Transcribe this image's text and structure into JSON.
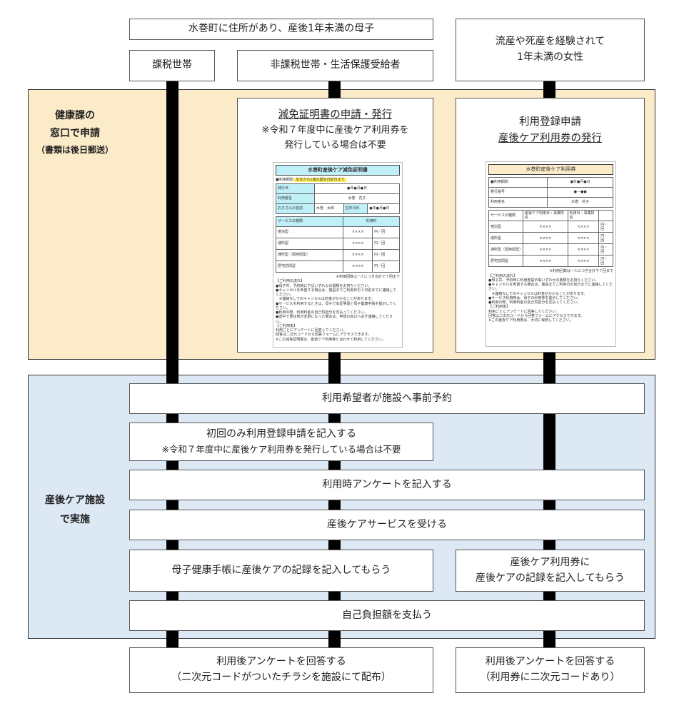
{
  "top": {
    "eligibility": "水巻町に住所があり、産後1年未満の母子",
    "taxed": "課税世帯",
    "nontaxed": "非課税世帯・生活保護受給者",
    "loss_line1": "流産や死産を経験されて",
    "loss_line2": "1年未満の女性"
  },
  "section_health": {
    "label_line1": "健康課の",
    "label_line2": "窓口で申請",
    "label_sub": "（書類は後日郵送）",
    "exemption": {
      "title": "減免証明書の申請・発行",
      "note_line1": "※令和７年度中に産後ケア利用券を",
      "note_line2": "発行している場合は不要",
      "preview": {
        "title": "水巻町産後ケア減免証明書",
        "period_label": "■利用期間",
        "period_value": "出生から1歳の誕生日前日まで",
        "rows": [
          [
            "発行日",
            "●年●月●日"
          ],
          [
            "利用者名",
            "水巻　花子"
          ],
          [
            "お子さんの名前",
            "水巻　太郎",
            "生年月日",
            "●年●月●日"
          ]
        ],
        "svc_head": [
          "サービスの種類",
          "利用料"
        ],
        "svc_rows": [
          [
            "宿泊型",
            "××××",
            "円／回"
          ],
          [
            "通所型",
            "××××",
            "円／回"
          ],
          [
            "通所型（短時間型）",
            "××××",
            "円／回"
          ],
          [
            "居宅訪問型",
            "××××",
            "円／回"
          ]
        ],
        "svc_note": "※利用回数は一人につき合計で７回まで",
        "notes": [
          "【ご利用の流れ】",
          "●母子共、予約時に下記いずれかの書類をお持ちください。",
          "●キャンセルを希望する場合は、施設までご利用日の２日前までに連絡してください。",
          "　※連絡なしでのキャンセルは料金がかかることがあります。",
          "●サービスを利用するときは、母子で本証明書と母子健康手帳を提示してください。",
          "●利用の際、利用料金の自己負担分を支払ってください。",
          "●途中で居住地が変更になった場合は、申請の窓口へ必ず連絡してください。",
          "【ご利用後】",
          "利用ごとにアンケートに回答してください。",
          "回答は二次元コードから回答フォームにアクセスできます。",
          "※この減免証明書は、産後ケア利用券と合わせて利用してください。"
        ]
      }
    },
    "registration": {
      "title_line1": "利用登録申請",
      "title_line2": "産後ケア利用券の発行",
      "preview": {
        "title": "水巻町産後ケア利用券",
        "rows": [
          [
            "■利用期間",
            "●年●月●日"
          ],
          [
            "発行番号",
            "●－●●"
          ],
          [
            "利用者名",
            "水巻　花子"
          ]
        ],
        "svc_head": [
          "サービスの種類",
          "産後ケア利用日・事業所名",
          "利用日・事業所名",
          ""
        ],
        "svc_rows": [
          [
            "宿泊型",
            "××××",
            "××××",
            "円・回"
          ],
          [
            "通所型",
            "××××",
            "××××",
            "円・回"
          ],
          [
            "通所型（短時間型）",
            "××××",
            "××××",
            "円・回"
          ],
          [
            "居宅訪問型",
            "××××",
            "××××",
            "円・回"
          ]
        ],
        "svc_note": "※利用回数は一人につき合計で７回まで",
        "notes": [
          "【ご利用の流れ】",
          "●母子共、予約時に利用券提示等いずれかの書類をお持ちください。",
          "●キャンセルを希望する場合は、施設までご利用日の前日までに連絡してください。",
          "　※連絡なしでのキャンセルは料金がかかることがあります。",
          "●サービス利用時は、母子の利用券を提示してください。",
          "●利用の際、利用料金の自己負担分を支払ってください。",
          "【ご利用後】",
          "利用ごとにアンケートに回答してください。",
          "回答は二次元コードから回答フォームにアクセスできます。",
          "※この産後ケア利用券は、大切に保管してください。"
        ]
      }
    }
  },
  "section_facility": {
    "label_line1": "産後ケア施設",
    "label_line2": "で実施",
    "steps": {
      "reserve": "利用希望者が施設へ事前予約",
      "first_line1": "初回のみ利用登録申請を記入する",
      "first_line2": "※令和７年度中に産後ケア利用券を発行している場合は不要",
      "survey": "利用時アンケートを記入する",
      "service": "産後ケアサービスを受ける",
      "handbook": "母子健康手帳に産後ケアの記録を記入してもらう",
      "voucher_line1": "産後ケア利用券に",
      "voucher_line2": "産後ケアの記録を記入してもらう",
      "pay": "自己負担額を支払う"
    }
  },
  "bottom": {
    "left_line1": "利用後アンケートを回答する",
    "left_line2": "（二次元コードがついたチラシを施設にて配布）",
    "right_line1": "利用後アンケートを回答する",
    "right_line2": "（利用券に二次元コードあり）"
  }
}
